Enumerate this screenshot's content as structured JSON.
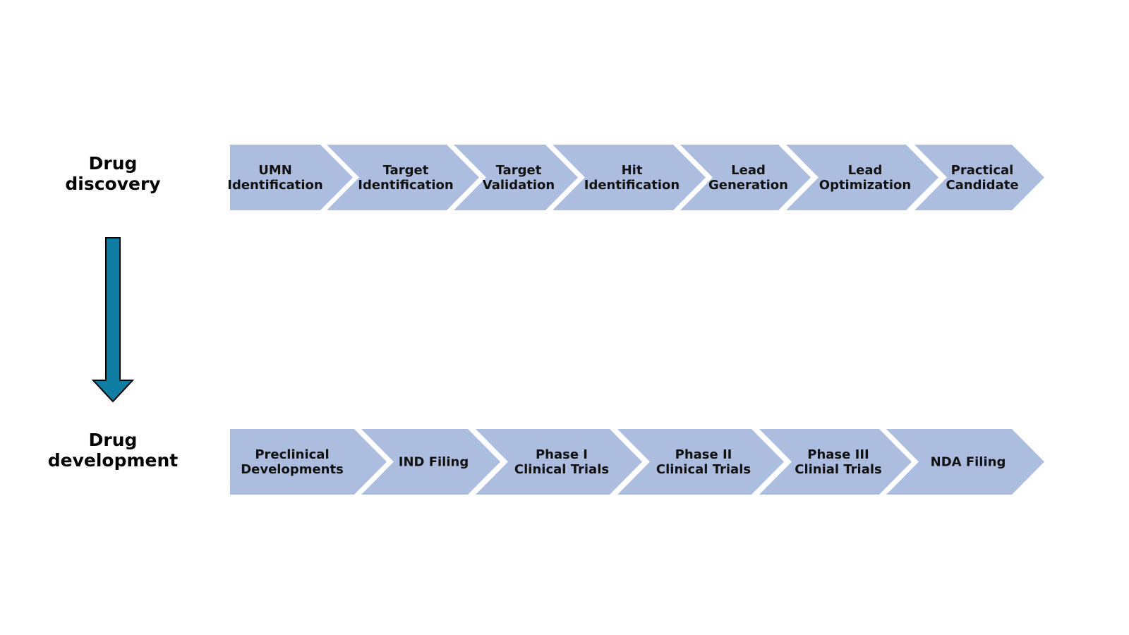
{
  "colors": {
    "chevron_fill": "#adbde0",
    "down_arrow_fill": "#0f7da1",
    "down_arrow_stroke": "#000000",
    "text": "#111111"
  },
  "discovery": {
    "label_line1": "Drug",
    "label_line2": "discovery",
    "steps": [
      {
        "line1": "UMN",
        "line2": "Identification"
      },
      {
        "line1": "Target",
        "line2": "Identification"
      },
      {
        "line1": "Target",
        "line2": "Validation"
      },
      {
        "line1": "Hit",
        "line2": "Identification"
      },
      {
        "line1": "Lead",
        "line2": "Generation"
      },
      {
        "line1": "Lead",
        "line2": "Optimization"
      },
      {
        "line1": "Practical",
        "line2": "Candidate"
      }
    ]
  },
  "development": {
    "label_line1": "Drug",
    "label_line2": "development",
    "steps": [
      {
        "line1": "Preclinical",
        "line2": "Developments"
      },
      {
        "line1": "IND Filing",
        "line2": ""
      },
      {
        "line1": "Phase I",
        "line2": "Clinical Trials"
      },
      {
        "line1": "Phase II",
        "line2": "Clinical Trials"
      },
      {
        "line1": "Phase III",
        "line2": "Clinial Trials"
      },
      {
        "line1": "NDA Filing",
        "line2": ""
      }
    ]
  },
  "transition_arrow_icon": "down-arrow-icon"
}
